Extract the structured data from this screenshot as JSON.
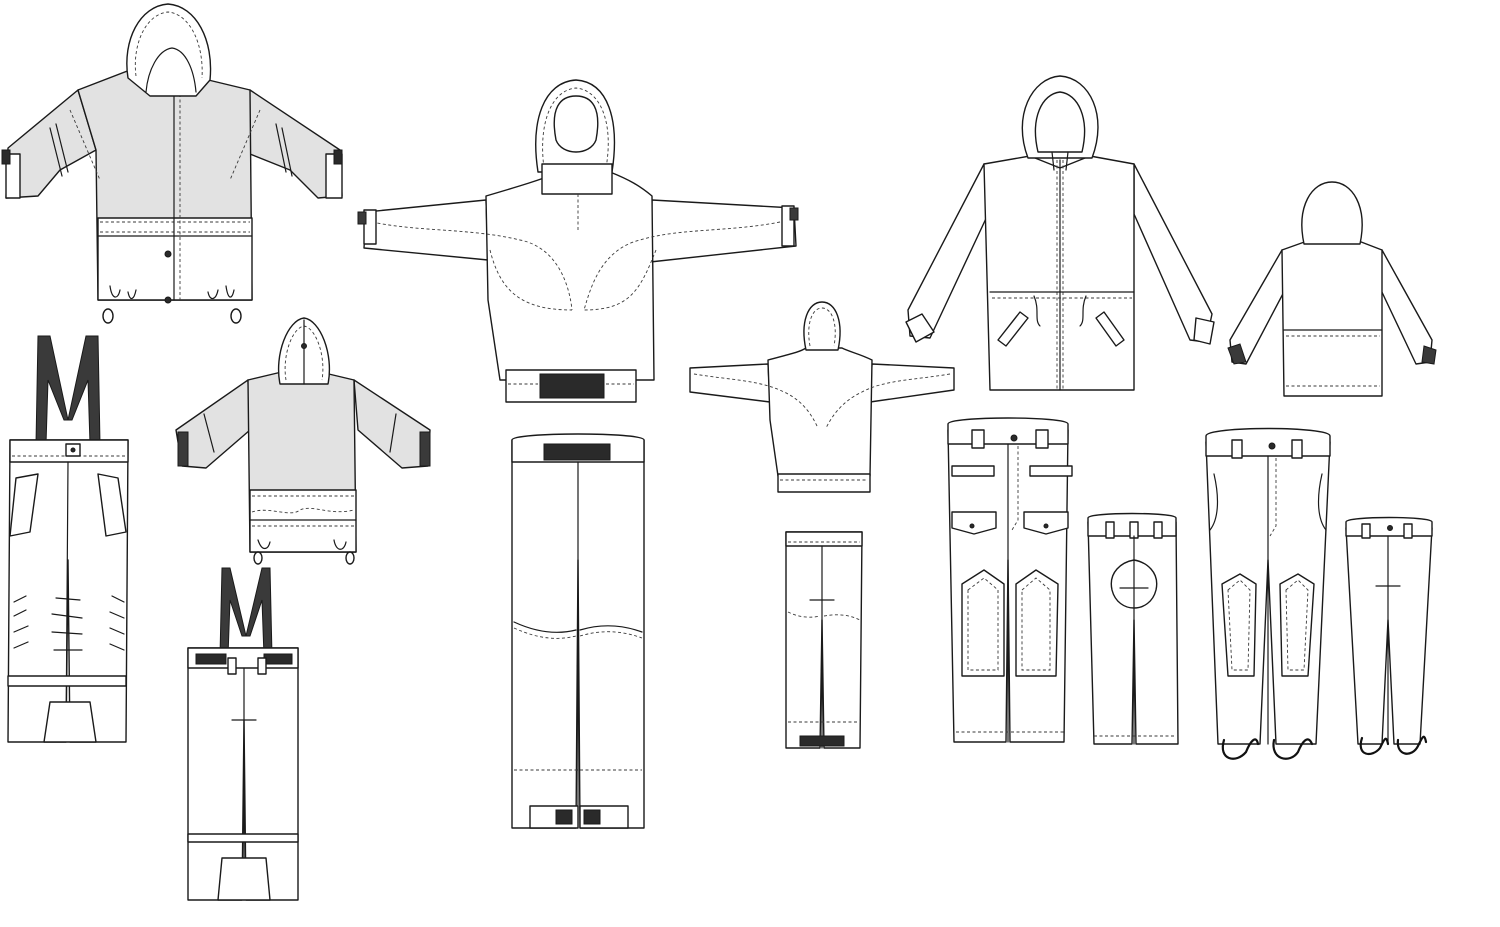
{
  "sheet": {
    "background": "#ffffff",
    "line_color": "#1a1a1a",
    "panel_fill": "#e2e2e2",
    "strap_color": "#3a3a3a"
  },
  "garments": [
    {
      "id": "jacket-hooded-panels",
      "kind": "jacket",
      "view": "front"
    },
    {
      "id": "bib-trousers-large",
      "kind": "bib-trousers",
      "view": "front"
    },
    {
      "id": "jacket-hooded-small",
      "kind": "jacket",
      "view": "back"
    },
    {
      "id": "bib-trousers-small",
      "kind": "bib-trousers",
      "view": "back"
    },
    {
      "id": "balaclava-top-large",
      "kind": "top",
      "view": "front"
    },
    {
      "id": "trousers-velcro-large",
      "kind": "trousers",
      "view": "front"
    },
    {
      "id": "balaclava-top-small",
      "kind": "top",
      "view": "back"
    },
    {
      "id": "trousers-velcro-small",
      "kind": "trousers",
      "view": "back"
    },
    {
      "id": "parka-front",
      "kind": "parka",
      "view": "front"
    },
    {
      "id": "parka-back",
      "kind": "parka",
      "view": "back"
    },
    {
      "id": "cargo-trousers-front",
      "kind": "trousers",
      "view": "front"
    },
    {
      "id": "cargo-trousers-back",
      "kind": "trousers",
      "view": "back"
    },
    {
      "id": "stirrup-trousers-front",
      "kind": "trousers",
      "view": "front"
    },
    {
      "id": "stirrup-trousers-back",
      "kind": "trousers",
      "view": "back"
    }
  ]
}
